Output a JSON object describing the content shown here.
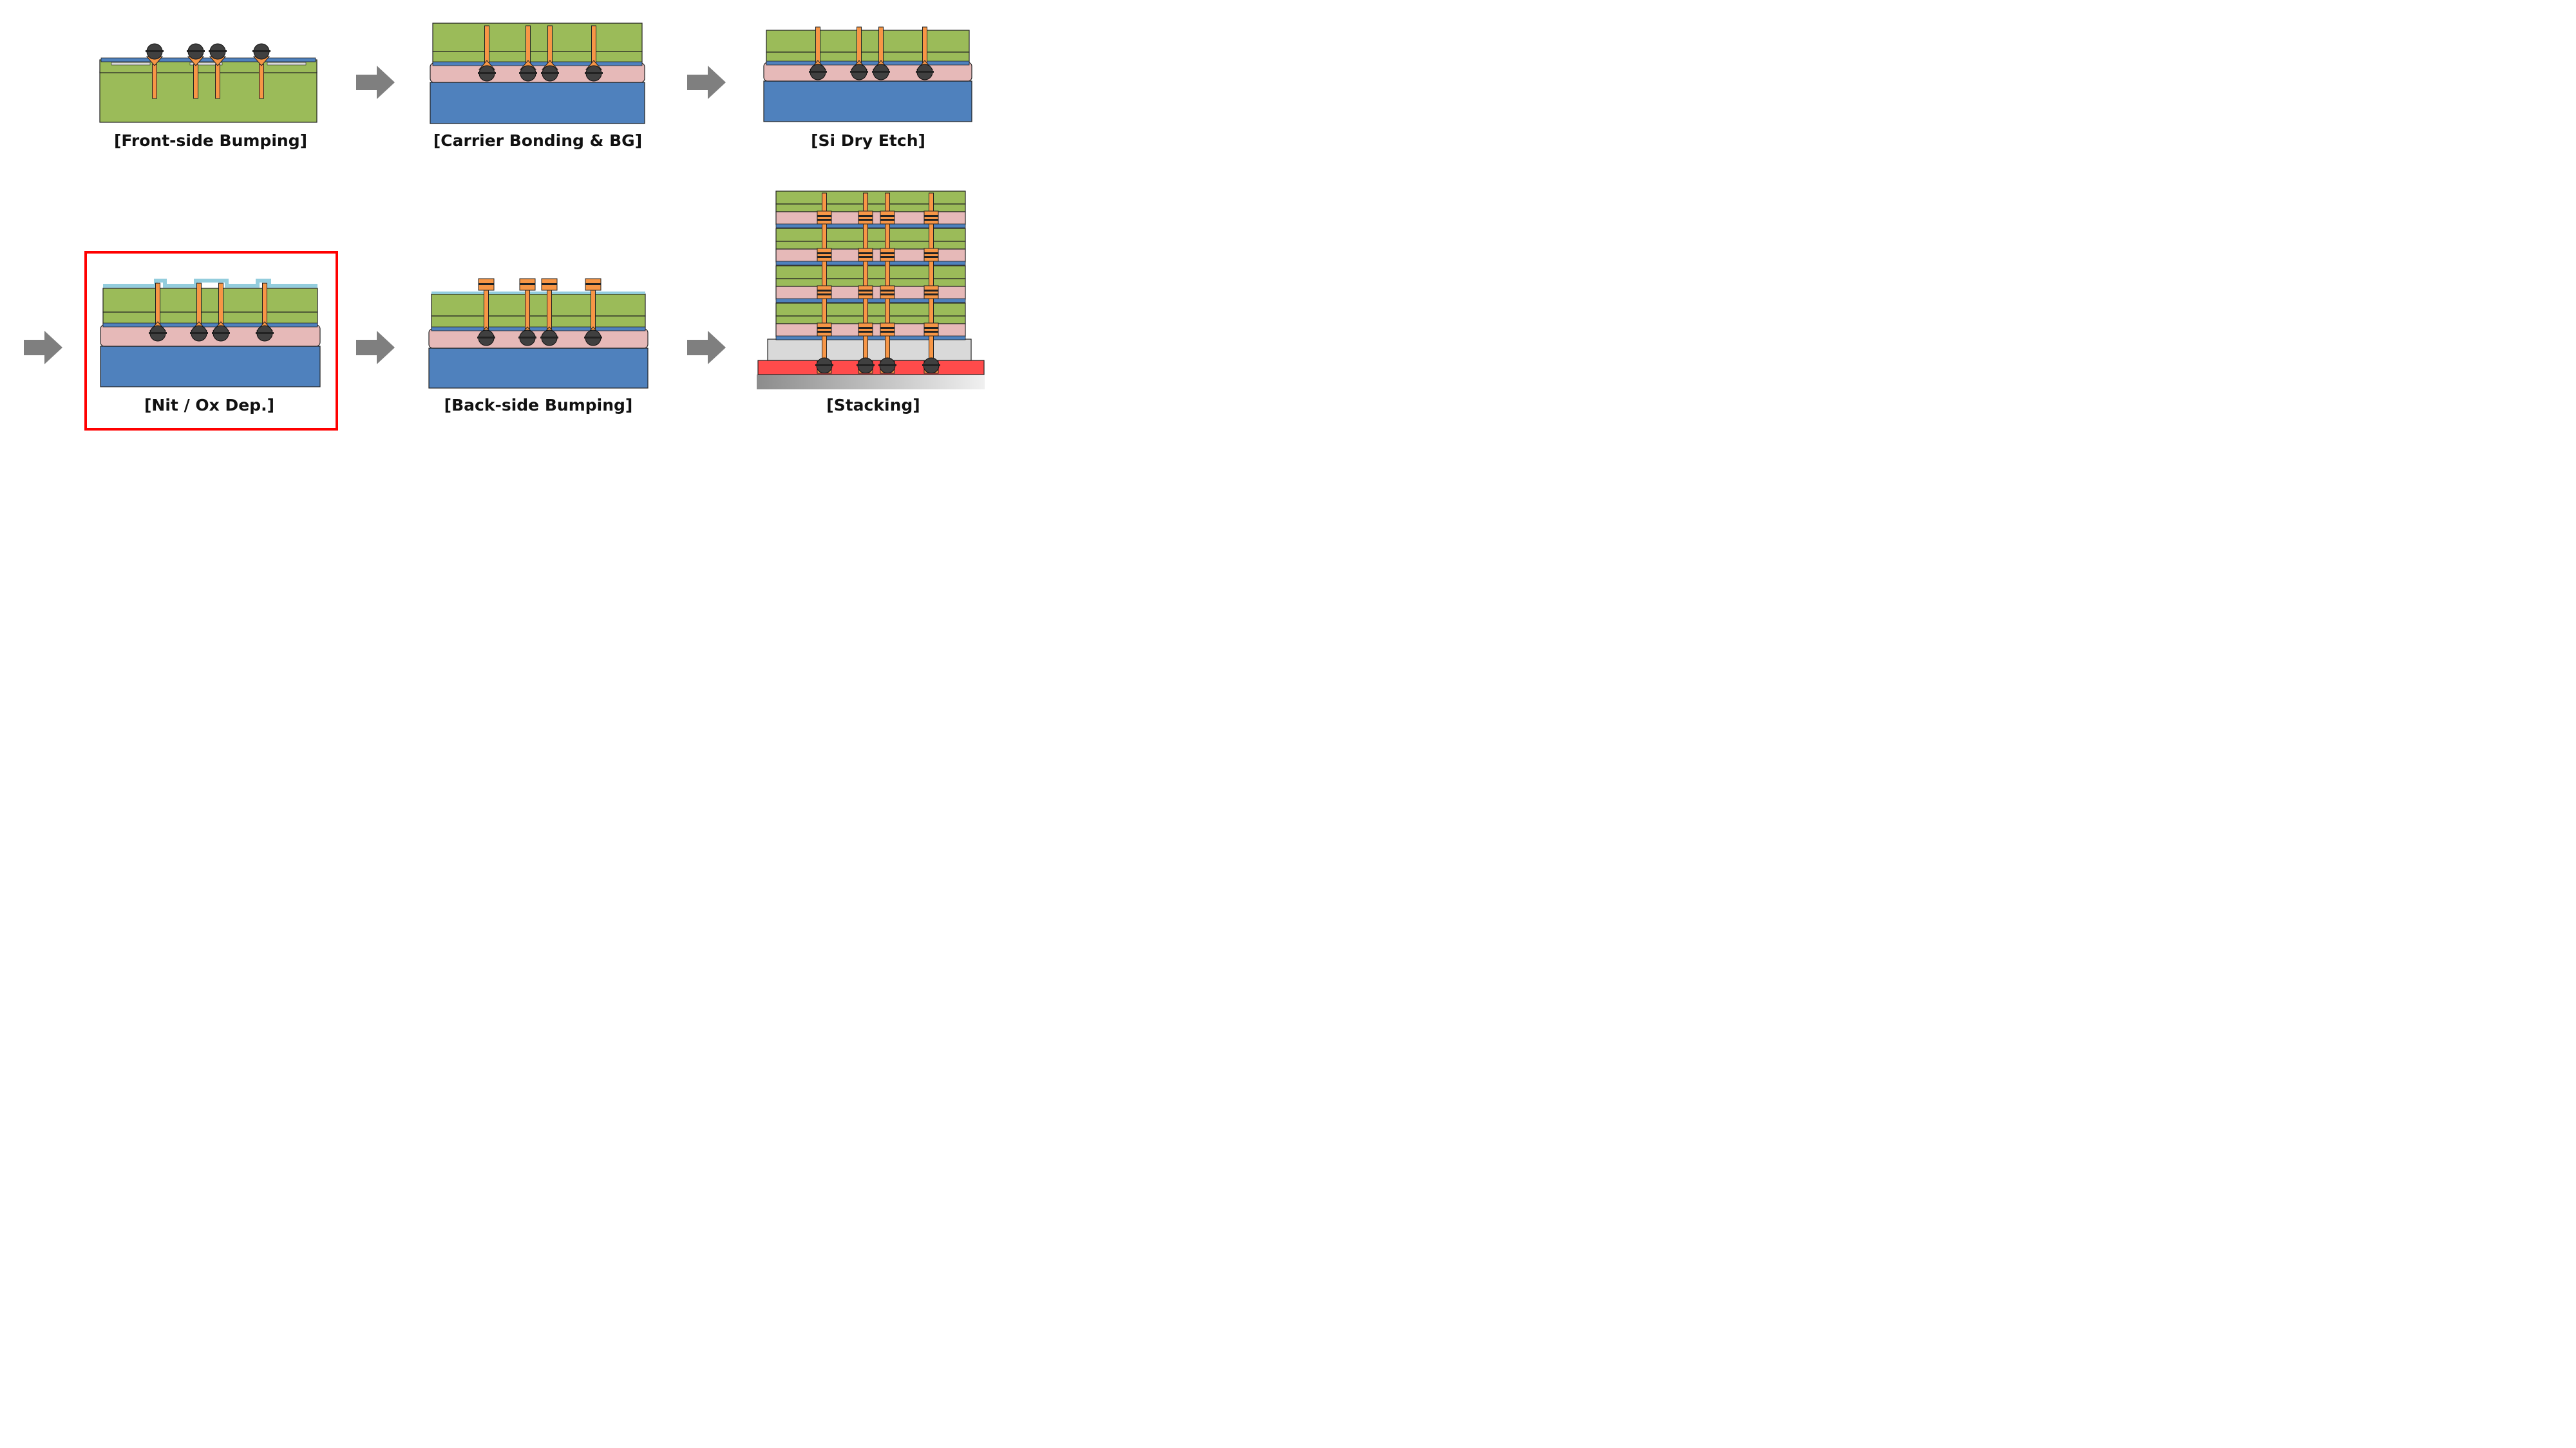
{
  "steps": [
    {
      "id": "front",
      "label": "[Front-side Bumping]"
    },
    {
      "id": "carrier",
      "label": "[Carrier Bonding & BG]"
    },
    {
      "id": "etch",
      "label": "[Si Dry Etch]"
    },
    {
      "id": "nitox",
      "label": "[Nit / Ox Dep.]",
      "highlighted": true
    },
    {
      "id": "back",
      "label": "[Back-side Bumping]"
    },
    {
      "id": "stack",
      "label": "[Stacking]"
    }
  ],
  "colors": {
    "silicon": "#9bbb59",
    "carrier_glass": "#4f81bd",
    "bonding_layer": "#e6b9b8",
    "via_copper": "#f79646",
    "bump": "#404040",
    "passivation": "#93cddd",
    "arrow": "#7f7f7f",
    "highlight": "#ff0000",
    "substrate": "#ff4b4b"
  },
  "arrow_icon": "right-arrow-icon"
}
